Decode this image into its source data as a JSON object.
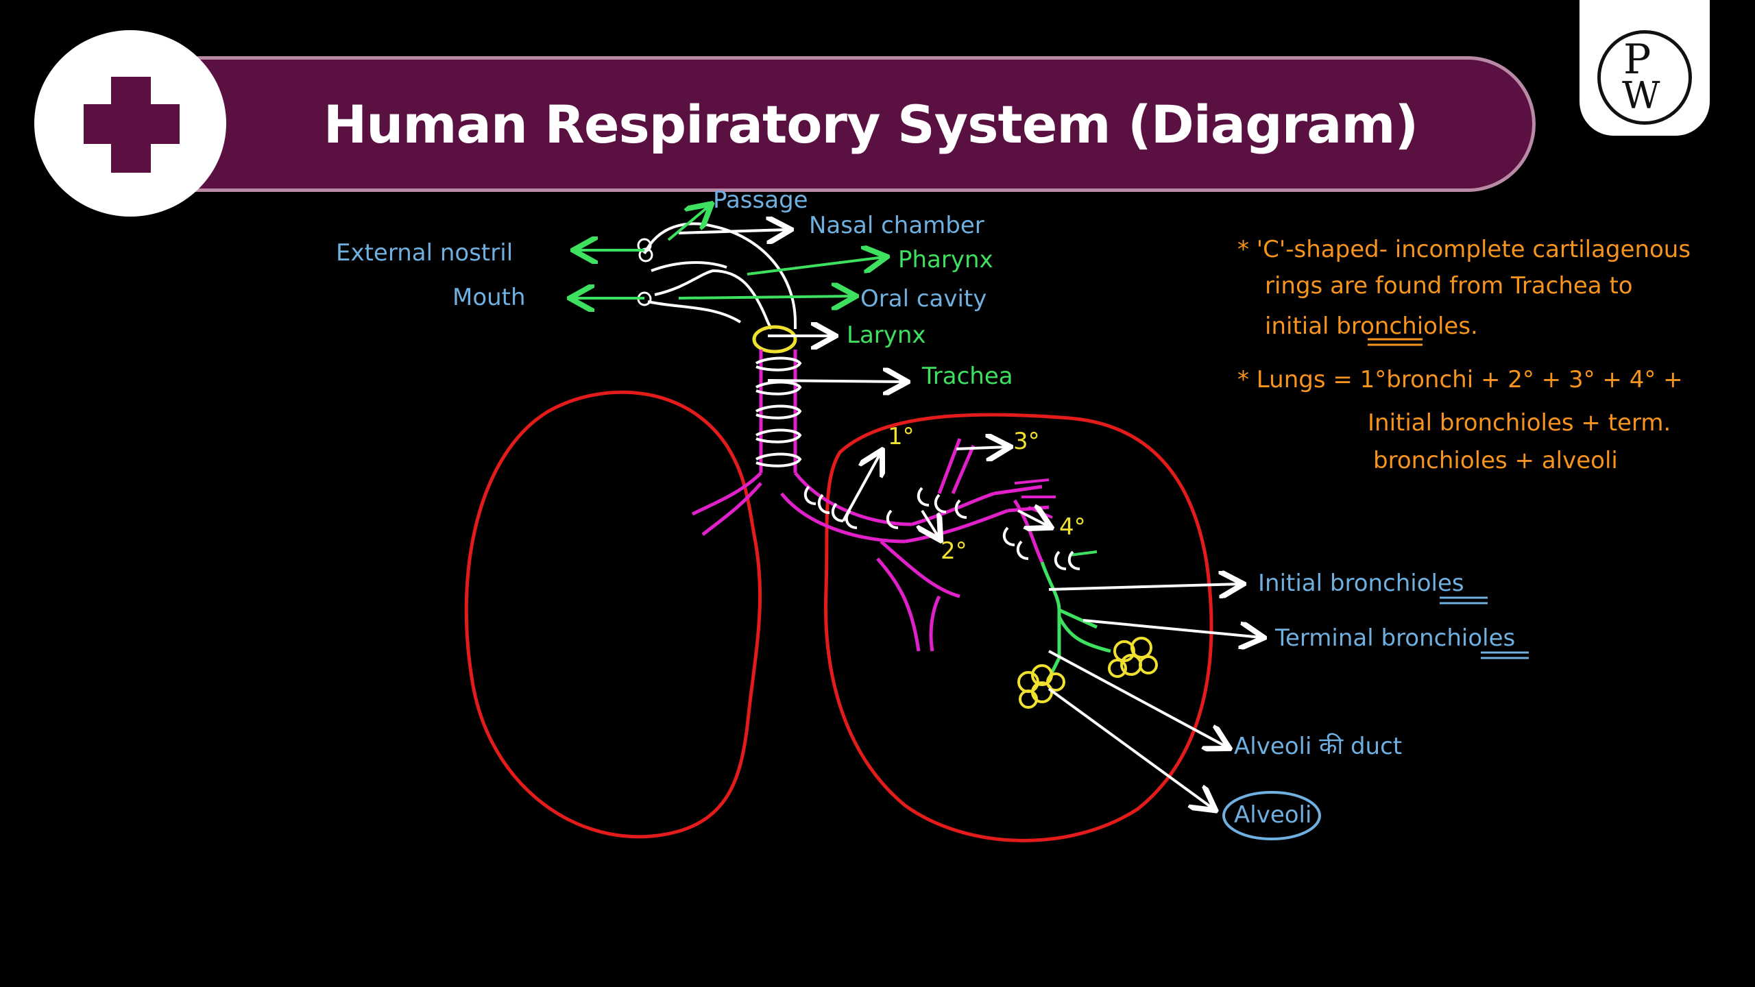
{
  "header": {
    "title": "Human Respiratory System (Diagram)",
    "logo_top": "P",
    "logo_bottom": "W"
  },
  "labels": {
    "passage": "Passage",
    "nasal_chamber": "Nasal chamber",
    "external_nostril": "External nostril",
    "pharynx": "Pharynx",
    "mouth": "Mouth",
    "oral_cavity": "Oral cavity",
    "larynx": "Larynx",
    "trachea": "Trachea",
    "primary": "1°",
    "secondary": "2°",
    "tertiary": "3°",
    "quaternary": "4°",
    "initial_bronchioles": "Initial bronchioles",
    "terminal_bronchioles": "Terminal bronchioles",
    "alveoli_duct": "Alveoli की duct",
    "alveoli": "Alveoli"
  },
  "notes": {
    "note1_line1": "* 'C'-shaped- incomplete cartilagenous",
    "note1_line2": "rings are found from Trachea to",
    "note1_line3": "initial bronchioles.",
    "note2_line1": "* Lungs = 1°bronchi + 2° + 3° + 4° +",
    "note2_line2": "Initial bronchioles + term.",
    "note2_line3": "bronchioles + alveoli"
  },
  "colors": {
    "banner": "#5a1040",
    "lung_outline": "#e31b1b",
    "airway": "#e020c8",
    "green_label": "#3ee060",
    "blue_label": "#6fb0e0",
    "orange_note": "#f7941d",
    "yellow": "#f0e030"
  }
}
